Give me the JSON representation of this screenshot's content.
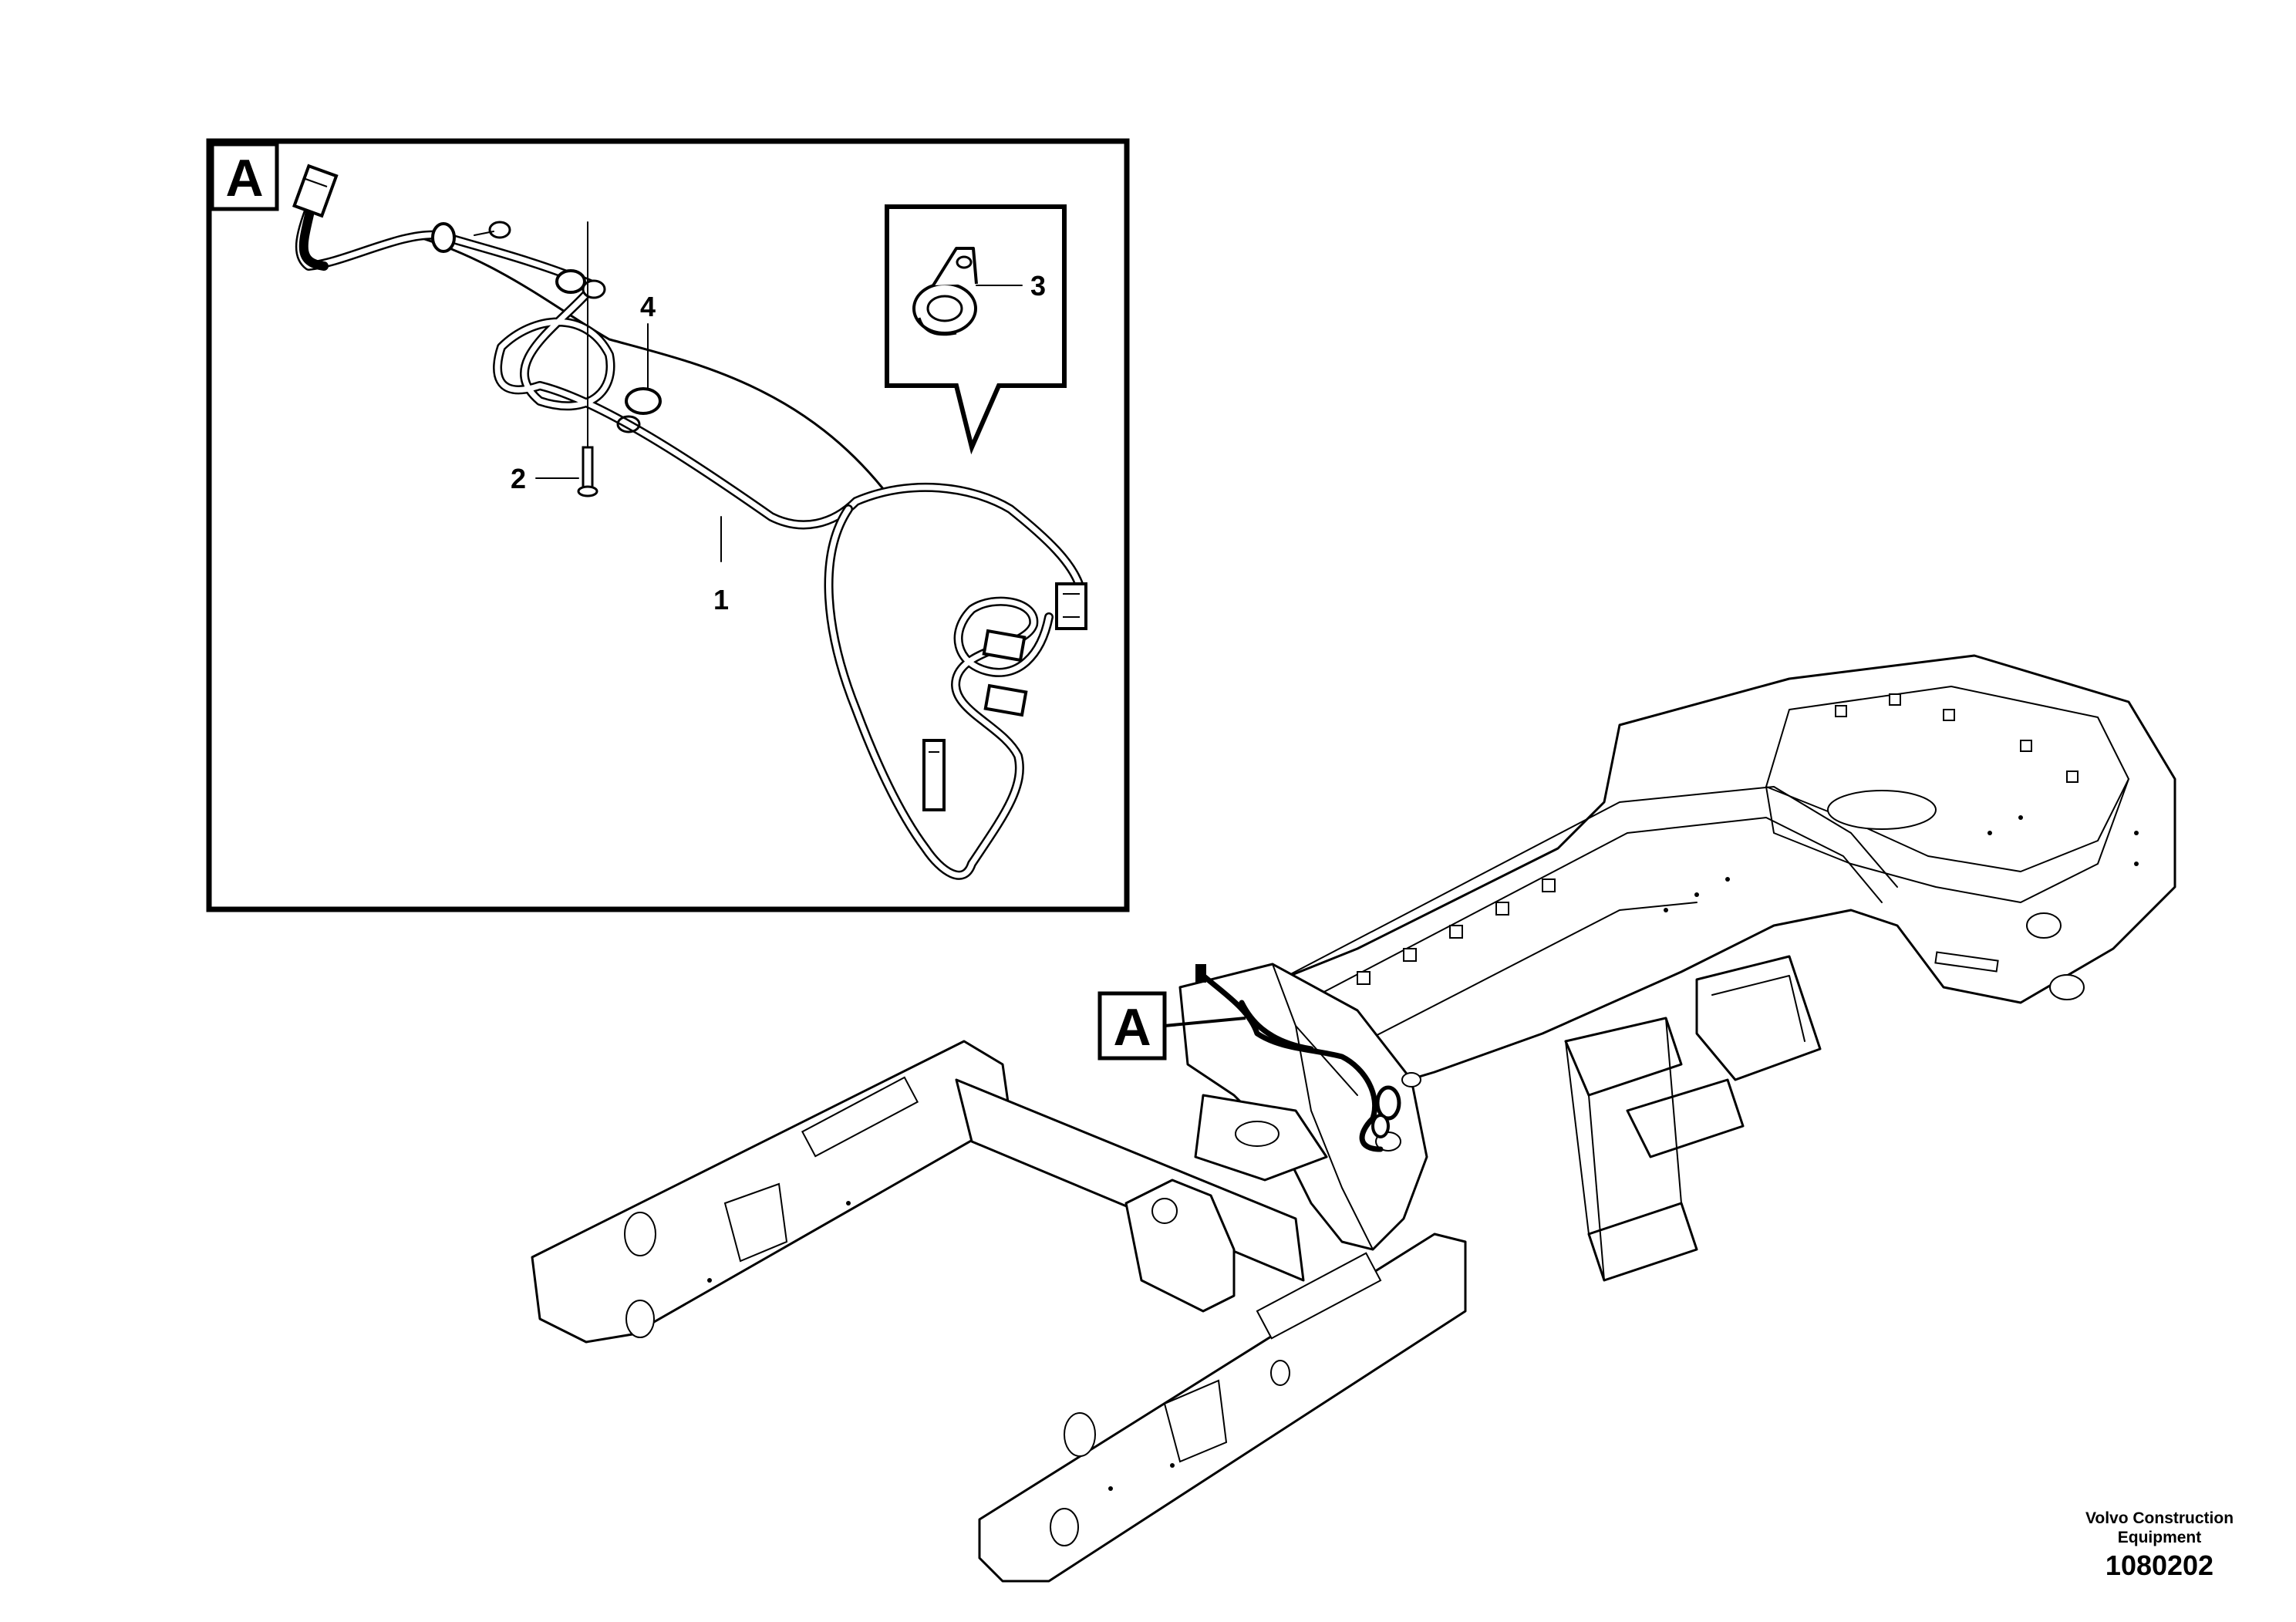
{
  "detail_view": {
    "letter": "A"
  },
  "callouts": [
    {
      "id": "1",
      "text": "1"
    },
    {
      "id": "2",
      "text": "2"
    },
    {
      "id": "3",
      "text": "3"
    },
    {
      "id": "4",
      "text": "4"
    }
  ],
  "machine_view": {
    "detail_marker": "A"
  },
  "footer": {
    "brand_line1": "Volvo Construction",
    "brand_line2": "Equipment",
    "drawing_number": "1080202"
  }
}
